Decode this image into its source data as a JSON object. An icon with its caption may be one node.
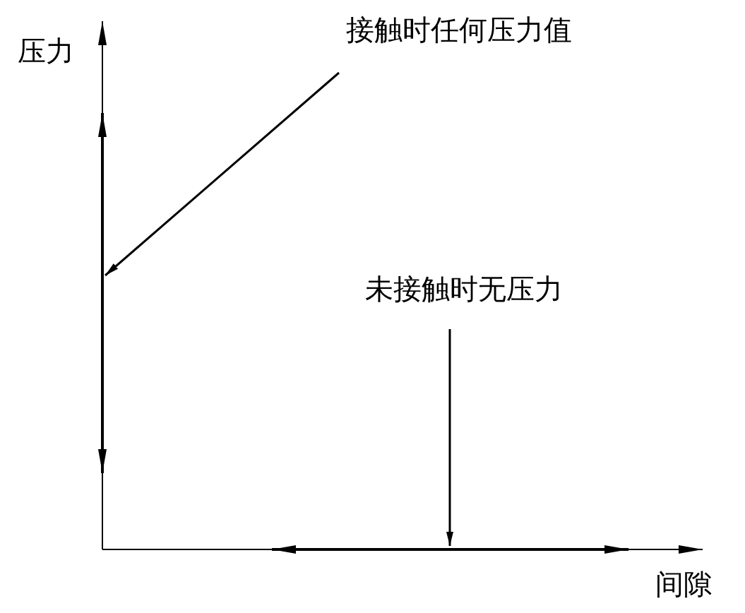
{
  "diagram": {
    "nodes": [
      {
        "text": [
          "接触时任何压力值"
        ]
      },
      {
        "text": [
          "未接触时无压力"
        ]
      },
      {
        "text": [],
        "shape": "bar"
      },
      {
        "text": [],
        "shape": "bar"
      }
    ],
    "edges": [
      {
        "from": 0,
        "to": 2,
        "arrow": "to"
      },
      {
        "from": 1,
        "to": 3,
        "arrow": "to"
      }
    ],
    "labels": [
      "压力",
      "间隙"
    ]
  }
}
